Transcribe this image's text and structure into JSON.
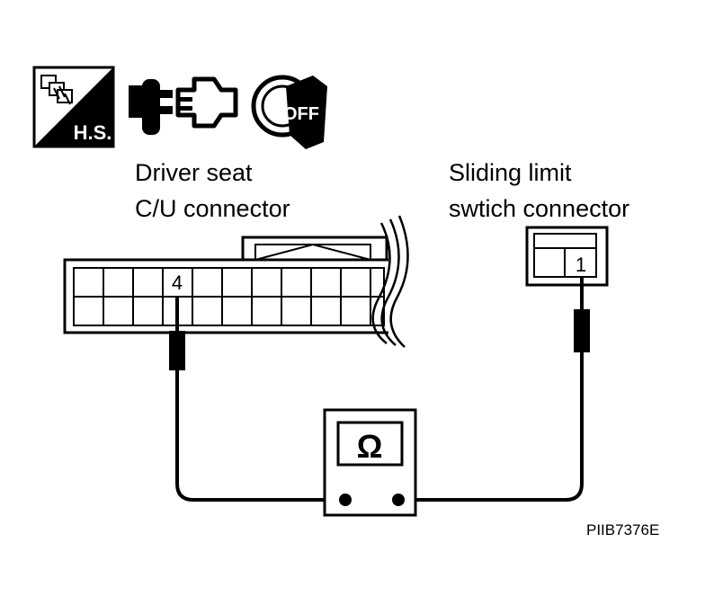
{
  "icons": {
    "harness_badge": {
      "name": "harness-disconnect-icon",
      "text": "H.S."
    },
    "connector_icon": {
      "name": "connector-disconnect-icon"
    },
    "ignition_icon": {
      "name": "ignition-key-off-icon",
      "text": "OFF"
    }
  },
  "left_connector": {
    "label_line1": "Driver seat",
    "label_line2": "C/U connector",
    "terminal": "4"
  },
  "right_connector": {
    "label_line1": "Sliding limit",
    "label_line2": "swtich connector",
    "terminal": "1"
  },
  "meter": {
    "symbol": "Ω"
  },
  "figure_code": "PIIB7376E"
}
